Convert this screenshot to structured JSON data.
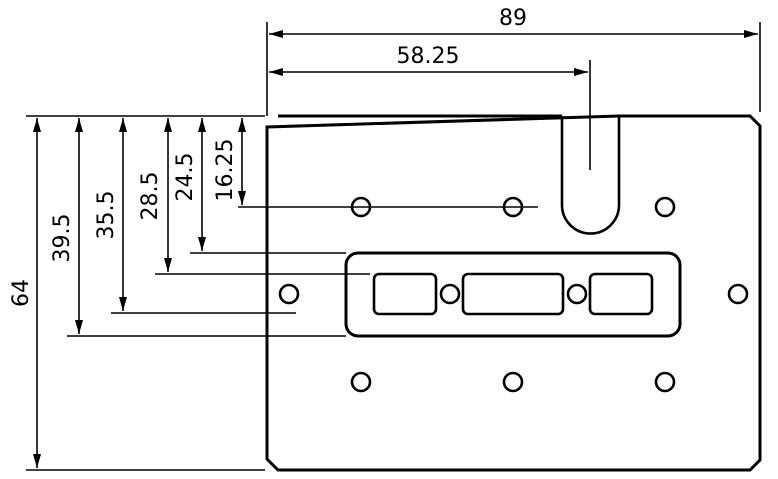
{
  "drawing": {
    "type": "technical-drawing",
    "subject": "mounting plate with connector cutouts",
    "colors": {
      "line": "#000000",
      "background": "#ffffff"
    },
    "horizontal_dimensions": [
      {
        "label": "89",
        "meaning": "overall width"
      },
      {
        "label": "58.25",
        "meaning": "left edge to slot center"
      }
    ],
    "vertical_dimensions": [
      {
        "label": "64",
        "meaning": "overall height"
      },
      {
        "label": "39.5",
        "meaning": "top edge to cutout bottom"
      },
      {
        "label": "35.5",
        "meaning": "top edge to connector bottom"
      },
      {
        "label": "28.5",
        "meaning": "top edge to connector top"
      },
      {
        "label": "24.5",
        "meaning": "top edge to cutout top"
      },
      {
        "label": "16.25",
        "meaning": "top edge to upper hole row"
      }
    ],
    "features": {
      "plate": "rectangle with chamfered corners",
      "slot": "U-shaped slot open at top edge",
      "holes_upper_row": 3,
      "holes_lower_row": 3,
      "holes_side": 2,
      "cutout": "rounded rectangle containing 3 connector windows and 2 small holes"
    }
  }
}
